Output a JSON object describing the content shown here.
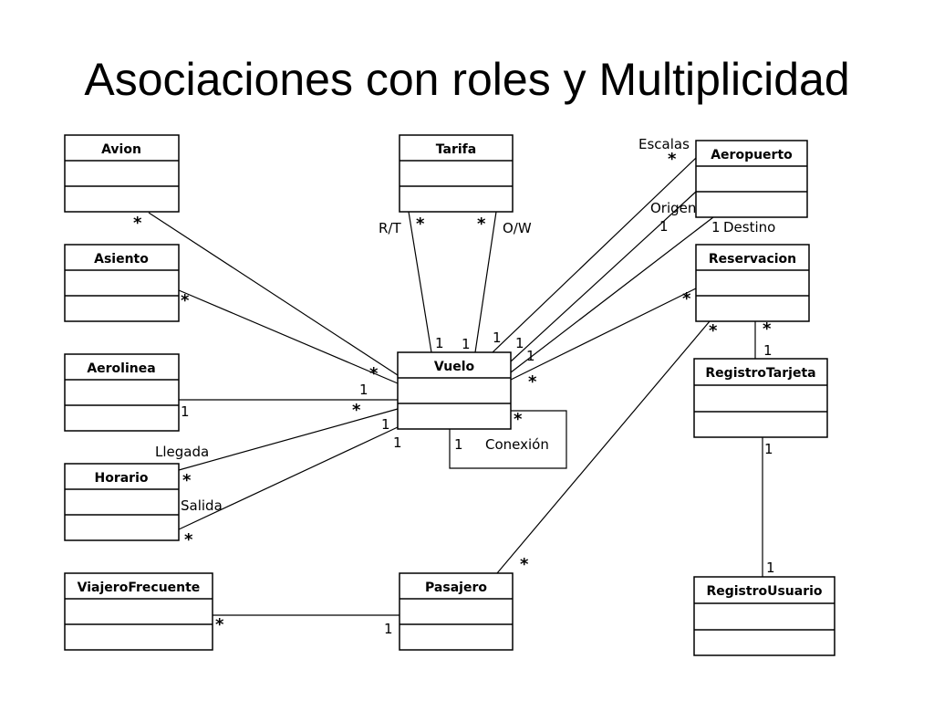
{
  "title": "Asociaciones con roles y Multiplicidad",
  "classes": {
    "avion": "Avion",
    "tarifa": "Tarifa",
    "aeropuerto": "Aeropuerto",
    "asiento": "Asiento",
    "reservacion": "Reservacion",
    "aerolinea": "Aerolinea",
    "vuelo": "Vuelo",
    "registro_tarjeta": "RegistroTarjeta",
    "horario": "Horario",
    "viajero_frecuente": "ViajeroFrecuente",
    "pasajero": "Pasajero",
    "registro_usuario": "RegistroUsuario"
  },
  "roles": {
    "escalas": "Escalas",
    "origen": "Origen",
    "destino": "Destino",
    "rt": "R/T",
    "ow": "O/W",
    "llegada": "Llegada",
    "salida": "Salida",
    "conexion": "Conexión"
  },
  "multiplicities": {
    "many": "*",
    "one": "1"
  }
}
